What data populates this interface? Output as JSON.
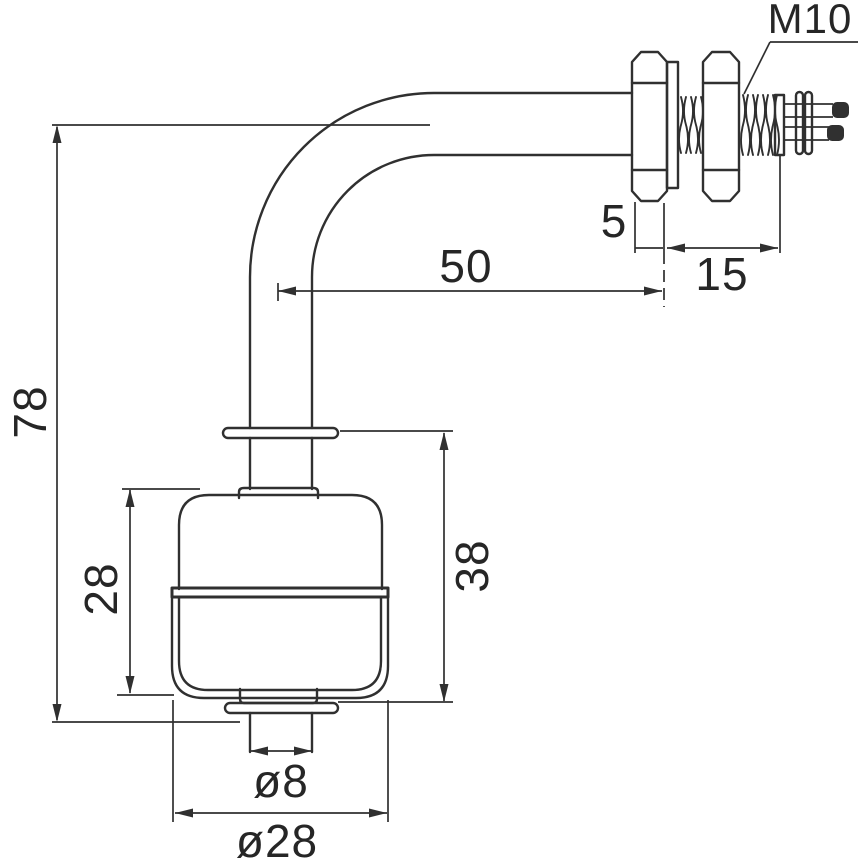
{
  "colors": {
    "background": "#ffffff",
    "line": "#303030",
    "text": "#262626"
  },
  "drawing": {
    "labels": {
      "thread_spec": "M10",
      "nut_thickness": "5",
      "thread_length": "15",
      "horizontal_reach": "50",
      "overall_height": "78",
      "float_height": "28",
      "guide_length": "38",
      "stem_diameter": "ø8",
      "float_diameter": "ø28"
    }
  }
}
